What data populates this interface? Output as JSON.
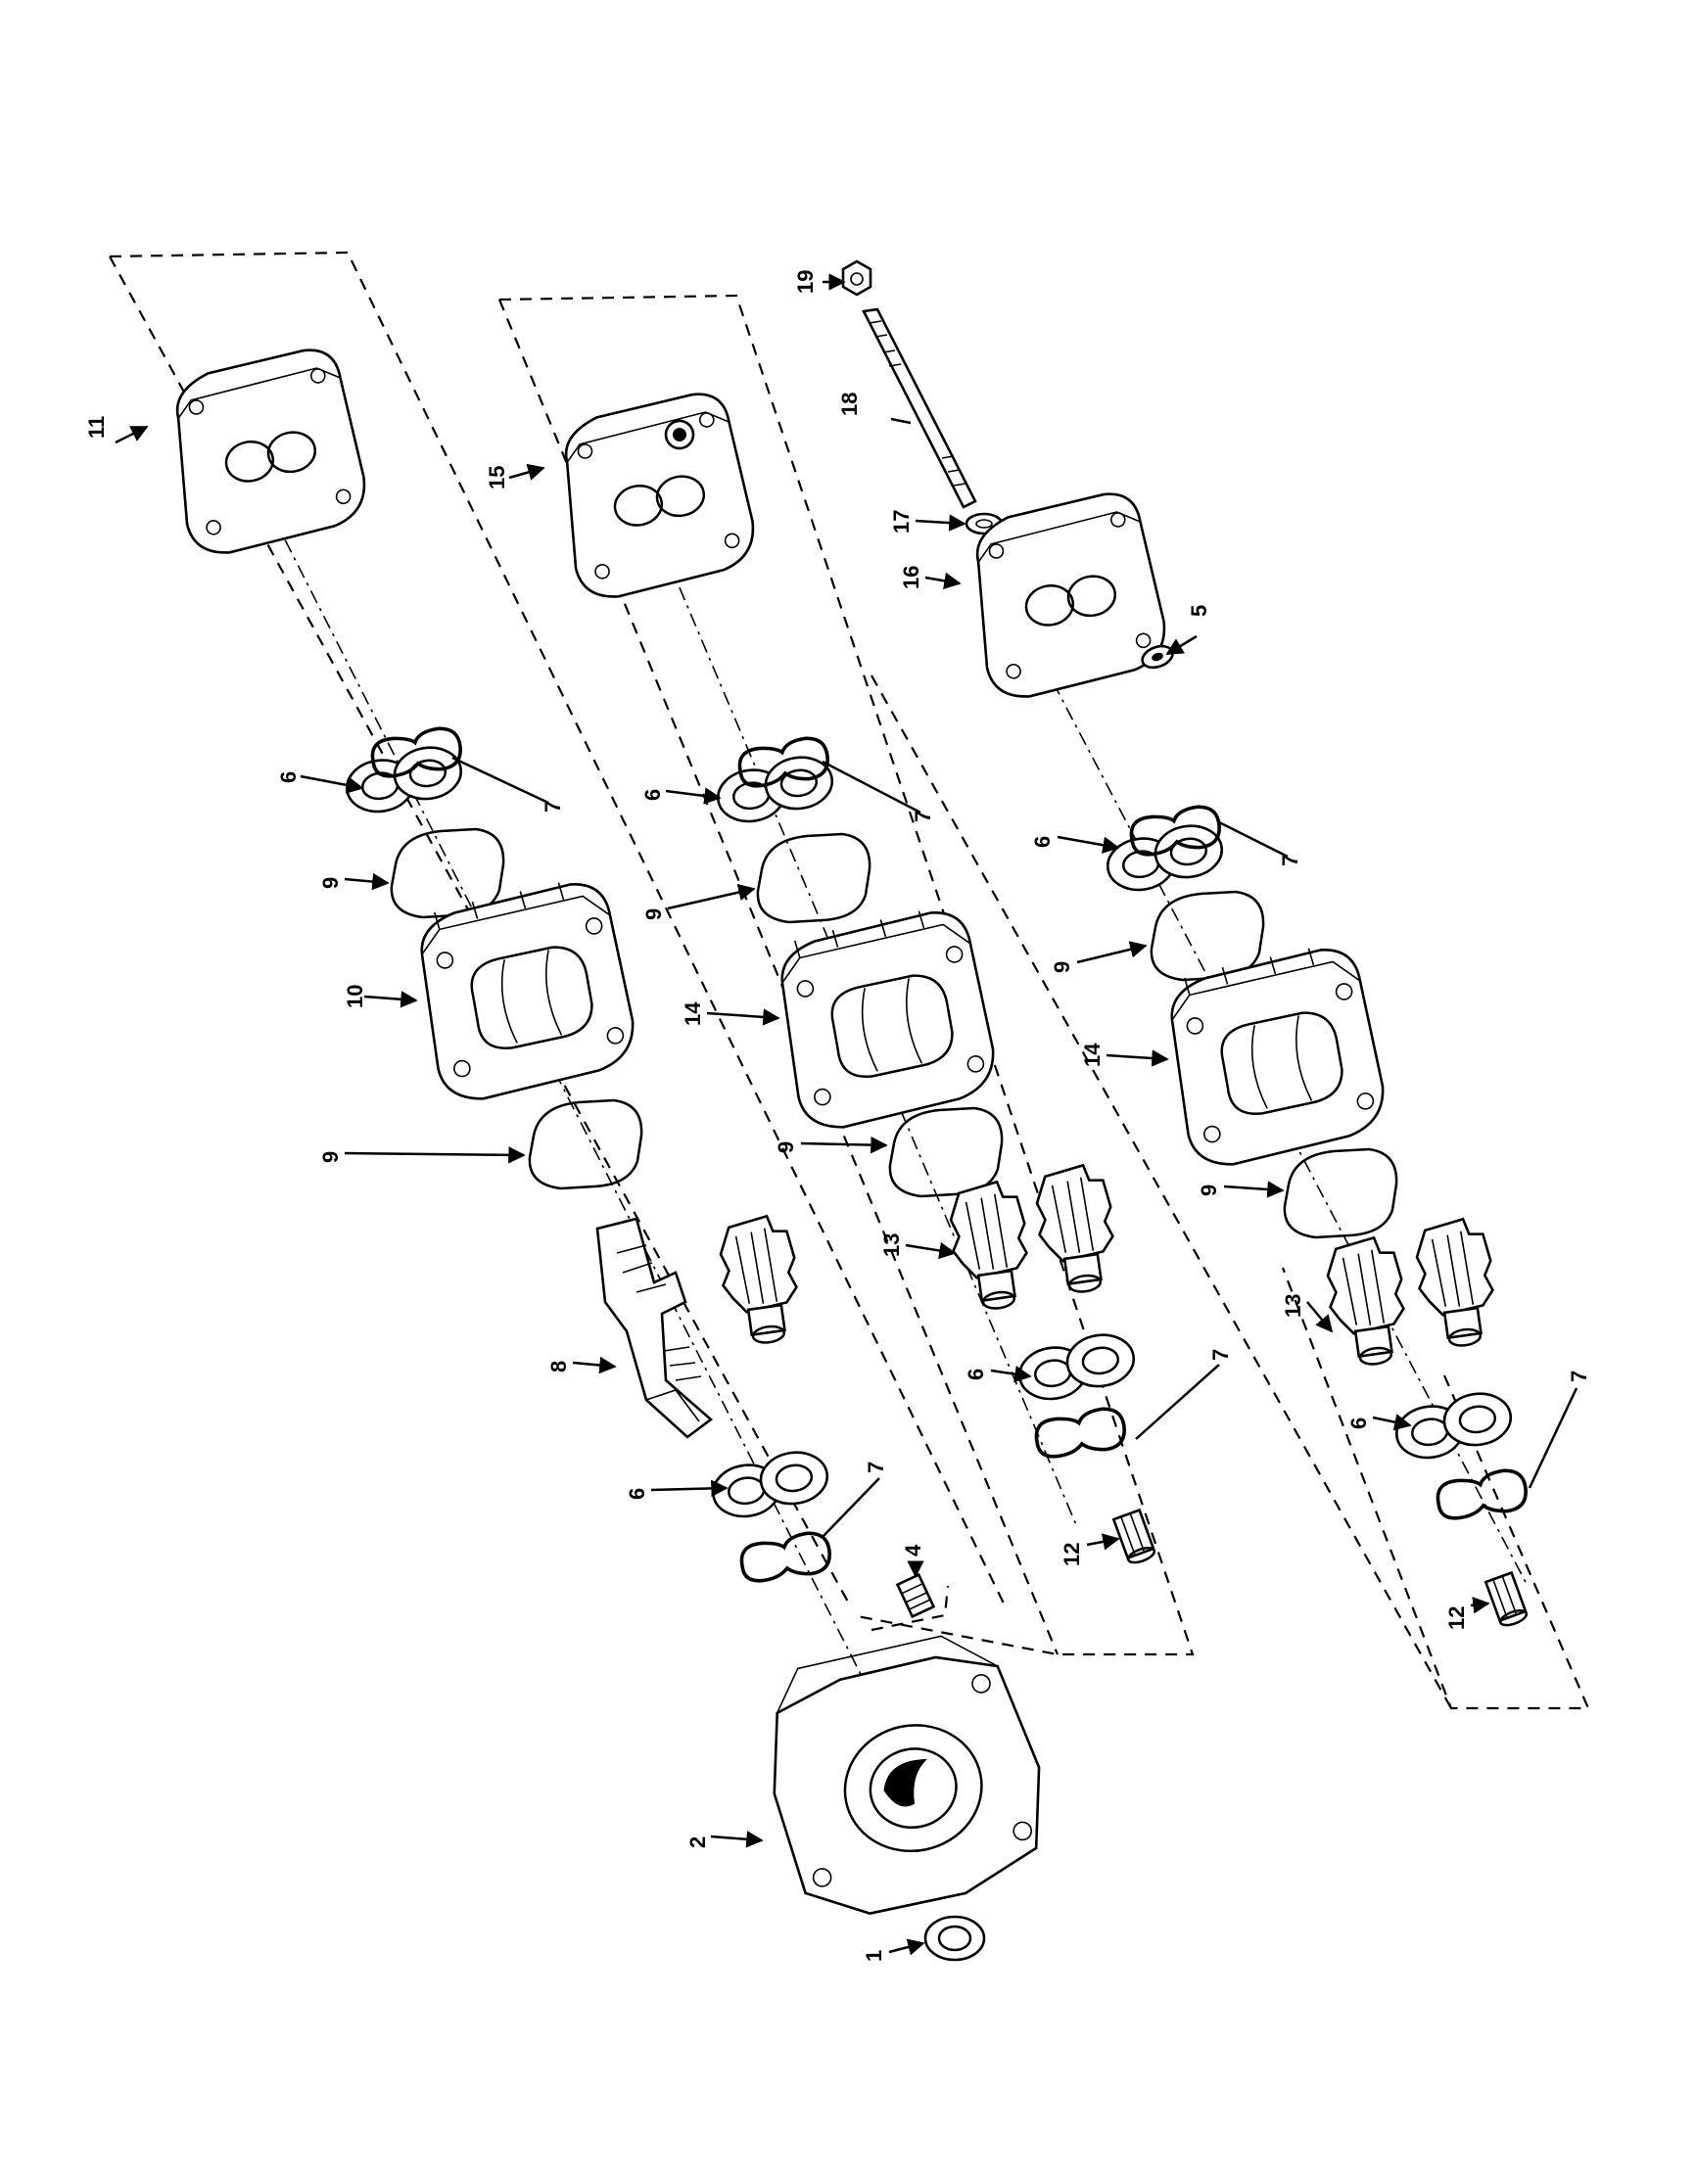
{
  "callouts": {
    "c1": "1",
    "c2": "2",
    "c4": "4",
    "c5": "5",
    "c6a": "6",
    "c6b": "6",
    "c6c": "6",
    "c6d": "6",
    "c6e": "6",
    "c6f": "6",
    "c7a": "7",
    "c7b": "7",
    "c7c": "7",
    "c7d": "7",
    "c7e": "7",
    "c7f": "7",
    "c8": "8",
    "c9a": "9",
    "c9b": "9",
    "c9c": "9",
    "c9d": "9",
    "c9e": "9",
    "c9f": "9",
    "c10": "10",
    "c11": "11",
    "c12a": "12",
    "c12b": "12",
    "c13a": "13",
    "c13b": "13",
    "c14a": "14",
    "c14b": "14",
    "c15": "15",
    "c16": "16",
    "c17": "17",
    "c18": "18",
    "c19": "19"
  },
  "colors": {
    "ink": "#000000",
    "paper": "#ffffff"
  }
}
